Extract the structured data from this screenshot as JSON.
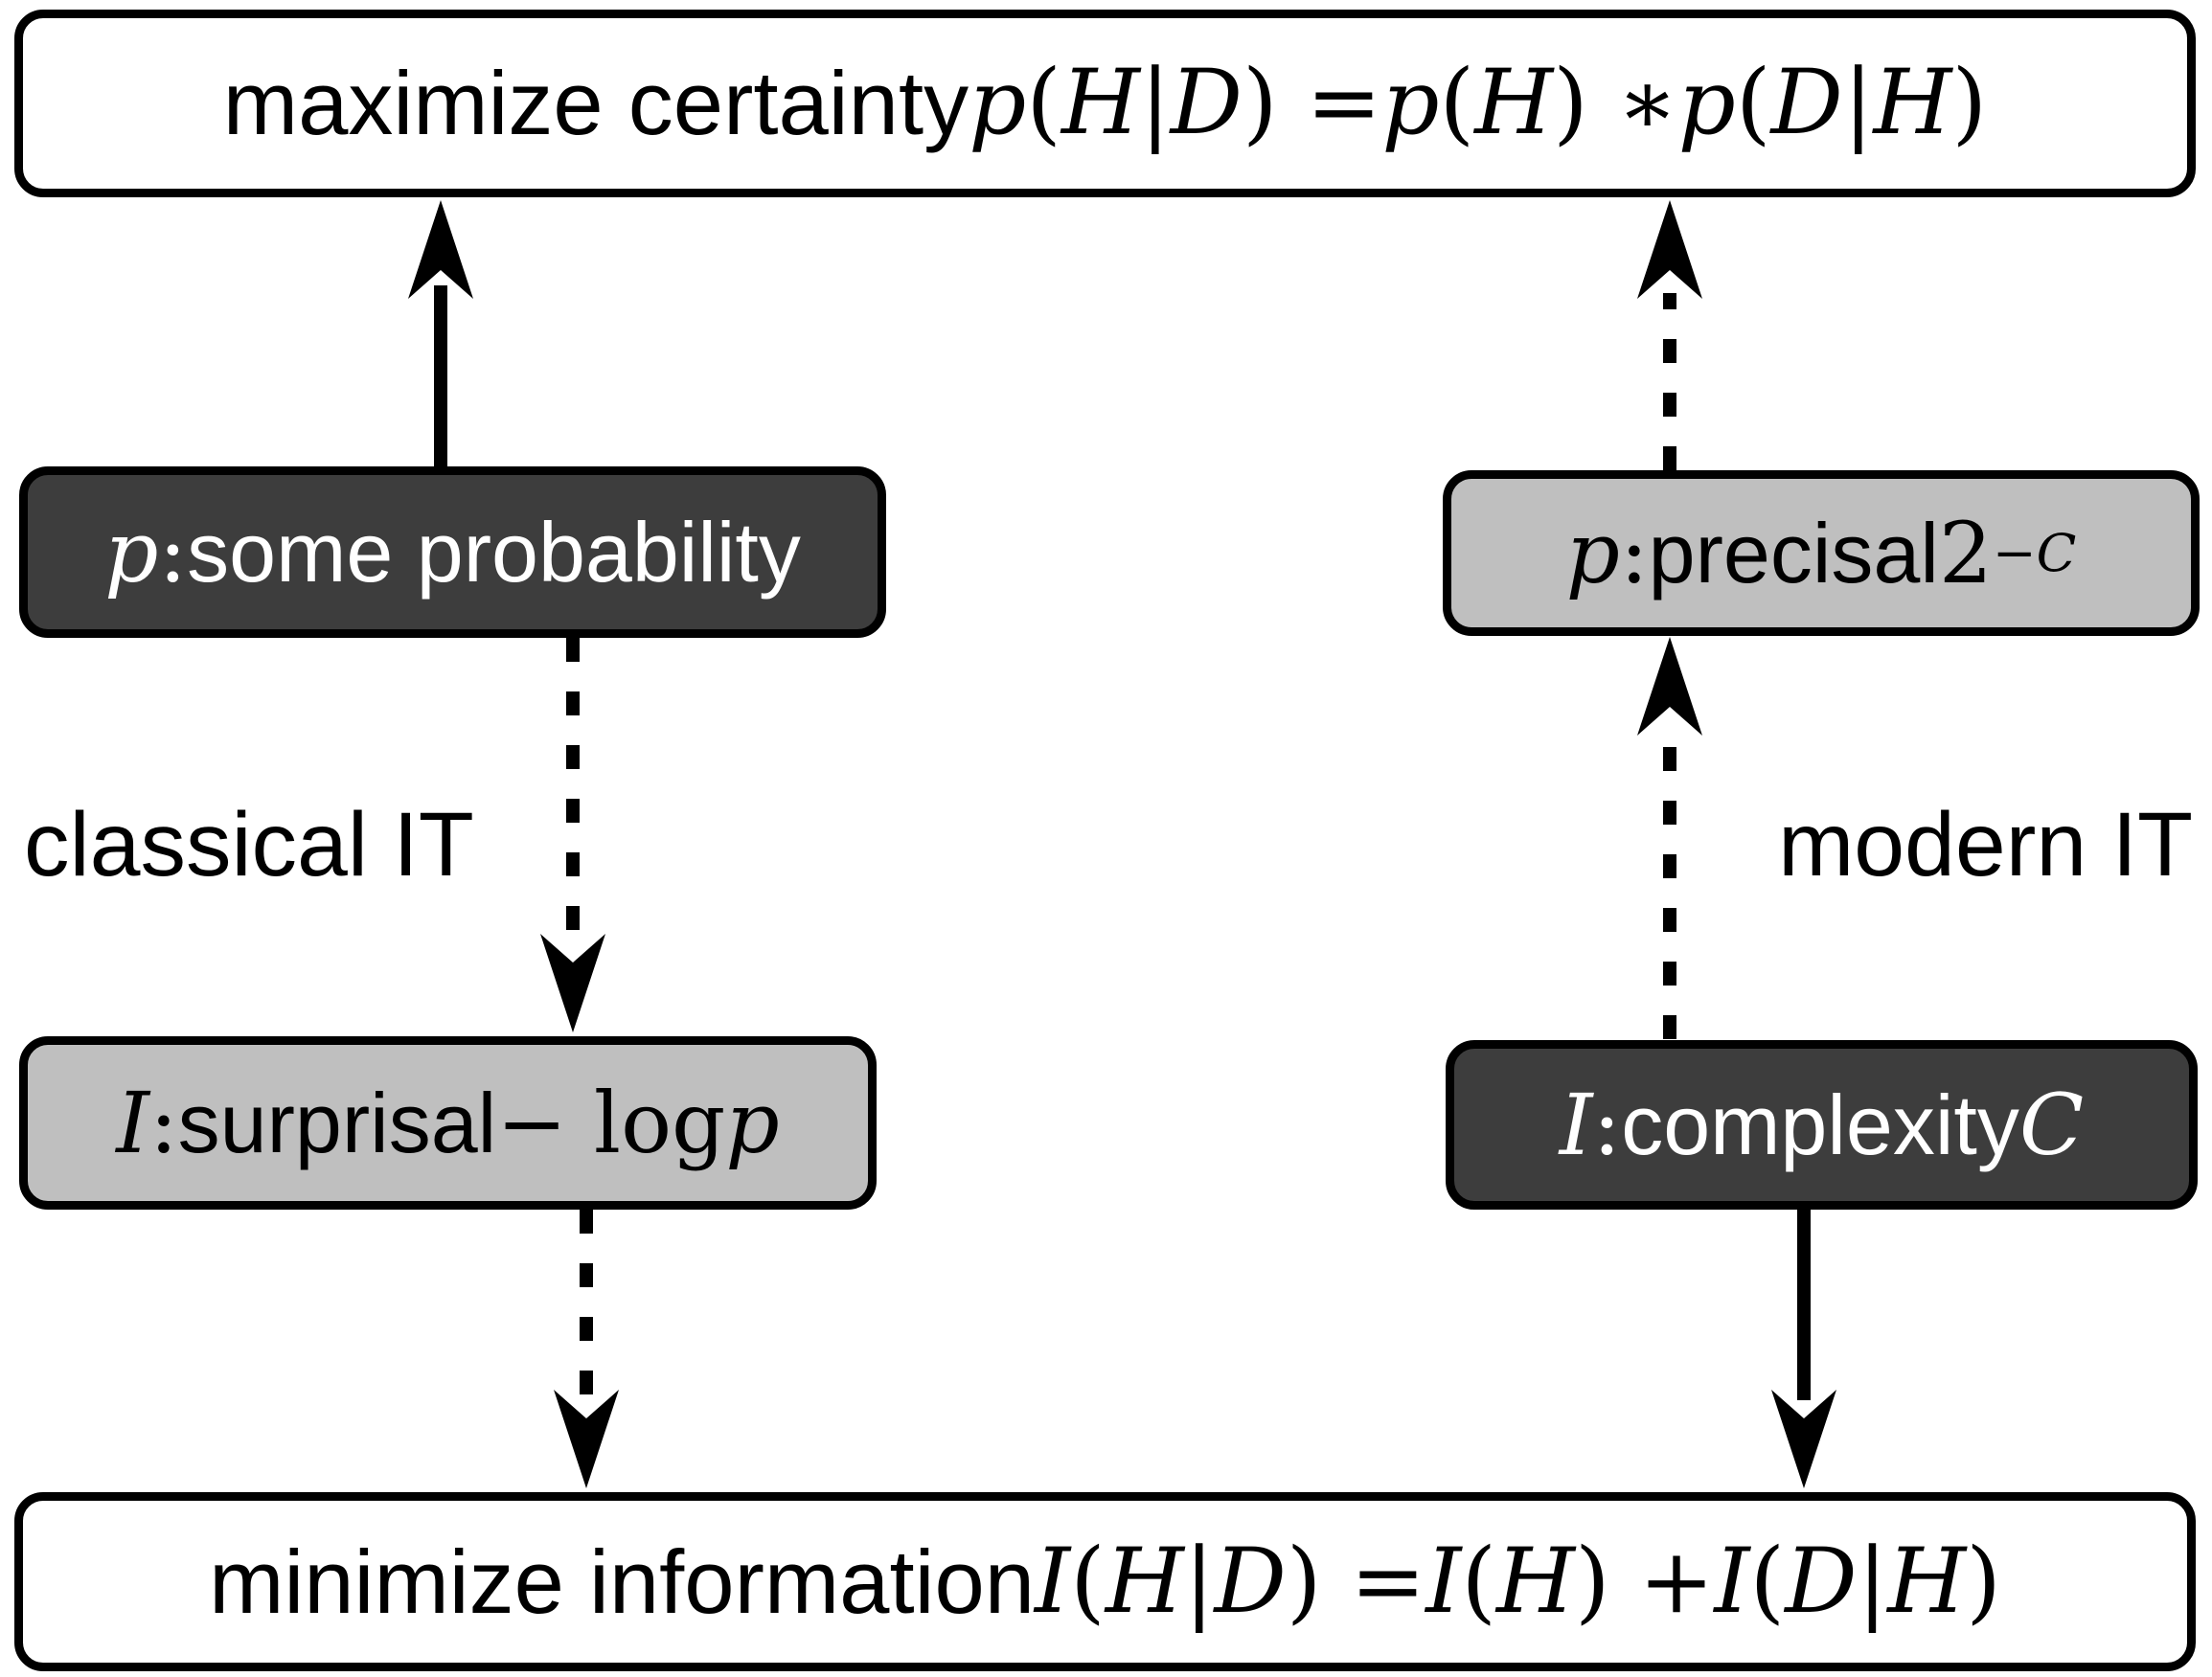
{
  "diagram_title": "classical vs modern information theory",
  "colors": {
    "background": "#ffffff",
    "box_border": "#000000",
    "dark_box_fill": "#3d3d3d",
    "dark_box_text": "#ffffff",
    "light_box_fill": "#bfbfbf",
    "light_box_text": "#000000",
    "white_box_fill": "#ffffff",
    "arrow": "#000000"
  },
  "labels": {
    "classical": "classical IT",
    "modern": "modern IT"
  },
  "boxes": {
    "maximize": {
      "plain_text": "maximize certainty p(H|D) = p(H) ∗ p(D|H)",
      "parts": [
        {
          "style": "sans",
          "text": "maximize certainty "
        },
        {
          "style": "it",
          "text": "p"
        },
        {
          "style": "rm",
          "text": "("
        },
        {
          "style": "it",
          "text": "H"
        },
        {
          "style": "rm",
          "text": "|"
        },
        {
          "style": "it",
          "text": "D"
        },
        {
          "style": "rm",
          "text": ") = "
        },
        {
          "style": "it",
          "text": "p"
        },
        {
          "style": "rm",
          "text": "("
        },
        {
          "style": "it",
          "text": "H"
        },
        {
          "style": "rm",
          "text": ") ∗ "
        },
        {
          "style": "it",
          "text": "p"
        },
        {
          "style": "rm",
          "text": "("
        },
        {
          "style": "it",
          "text": "D"
        },
        {
          "style": "rm",
          "text": "|"
        },
        {
          "style": "it",
          "text": "H"
        },
        {
          "style": "rm",
          "text": ")"
        }
      ]
    },
    "some_probability": {
      "plain_text": "p: some probability",
      "parts": [
        {
          "style": "it",
          "text": "p"
        },
        {
          "style": "rm",
          "text": ":  "
        },
        {
          "style": "sans",
          "text": "some probability"
        }
      ]
    },
    "precisal": {
      "plain_text": "p: precisal 2⁻ᶜ",
      "parts": [
        {
          "style": "it",
          "text": "p"
        },
        {
          "style": "rm",
          "text": ":  "
        },
        {
          "style": "sans",
          "text": "precisal "
        },
        {
          "style": "rm",
          "text": "2"
        },
        {
          "style": "sup",
          "text": "−C"
        }
      ]
    },
    "surprisal": {
      "plain_text": "I: surprisal − log p",
      "parts": [
        {
          "style": "it",
          "text": "I"
        },
        {
          "style": "rm",
          "text": ":  "
        },
        {
          "style": "sans",
          "text": "surprisal "
        },
        {
          "style": "rm",
          "text": "− log "
        },
        {
          "style": "it",
          "text": "p"
        }
      ]
    },
    "complexity": {
      "plain_text": "I: complexity C",
      "parts": [
        {
          "style": "it",
          "text": "I"
        },
        {
          "style": "rm",
          "text": ":  "
        },
        {
          "style": "sans",
          "text": "complexity "
        },
        {
          "style": "it",
          "text": "C"
        }
      ]
    },
    "minimize": {
      "plain_text": "minimize information I(H|D) = I(H) + I(D|H)",
      "parts": [
        {
          "style": "sans",
          "text": "minimize information "
        },
        {
          "style": "it",
          "text": "I"
        },
        {
          "style": "rm",
          "text": "("
        },
        {
          "style": "it",
          "text": "H"
        },
        {
          "style": "rm",
          "text": "|"
        },
        {
          "style": "it",
          "text": "D"
        },
        {
          "style": "rm",
          "text": ") = "
        },
        {
          "style": "it",
          "text": "I"
        },
        {
          "style": "rm",
          "text": "("
        },
        {
          "style": "it",
          "text": "H"
        },
        {
          "style": "rm",
          "text": ") + "
        },
        {
          "style": "it",
          "text": "I"
        },
        {
          "style": "rm",
          "text": "("
        },
        {
          "style": "it",
          "text": "D"
        },
        {
          "style": "rm",
          "text": "|"
        },
        {
          "style": "it",
          "text": "H"
        },
        {
          "style": "rm",
          "text": ")"
        }
      ]
    }
  },
  "edges": [
    {
      "name": "probability-to-maximize",
      "from": "some_probability",
      "to": "maximize",
      "line": "solid",
      "direction": "up"
    },
    {
      "name": "precisal-to-maximize",
      "from": "precisal",
      "to": "maximize",
      "line": "dashed",
      "direction": "up"
    },
    {
      "name": "probability-to-surprisal",
      "from": "some_probability",
      "to": "surprisal",
      "line": "dashed",
      "direction": "down"
    },
    {
      "name": "complexity-to-precisal",
      "from": "complexity",
      "to": "precisal",
      "line": "dashed",
      "direction": "up"
    },
    {
      "name": "surprisal-to-minimize",
      "from": "surprisal",
      "to": "minimize",
      "line": "dashed",
      "direction": "down"
    },
    {
      "name": "complexity-to-minimize",
      "from": "complexity",
      "to": "minimize",
      "line": "solid",
      "direction": "down"
    }
  ]
}
